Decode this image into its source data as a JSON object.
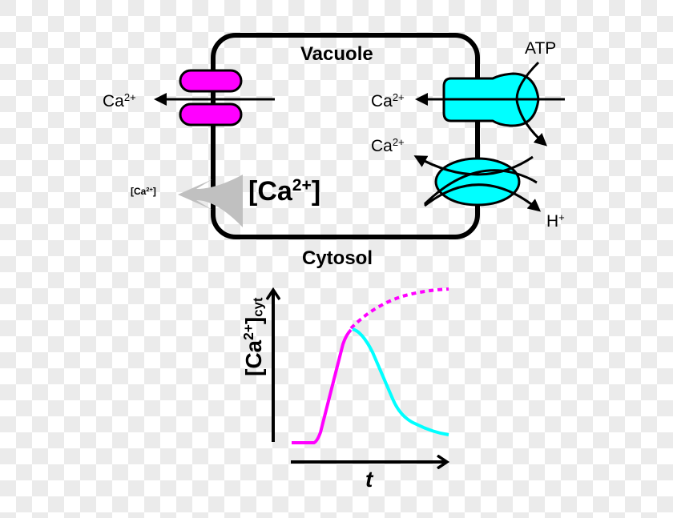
{
  "diagram": {
    "compartments": {
      "vacuole": "Vacuole",
      "cytosol": "Cytosol"
    },
    "channel": {
      "label_ion": "Ca",
      "label_charge": "2+",
      "color": "#ff00ff"
    },
    "pump": {
      "label_ion": "Ca",
      "label_charge": "2+",
      "energy": "ATP",
      "color": "#00ffff"
    },
    "exchanger": {
      "label_ion": "Ca",
      "label_charge": "2+",
      "counter_ion": "H",
      "counter_charge": "+",
      "color": "#00ffff"
    },
    "gradient": {
      "high_label_open": "[Ca",
      "high_label_charge": "2+",
      "high_label_close": "]",
      "low_label_open": "[Ca",
      "low_label_charge": "2+",
      "low_label_close": "]",
      "arrow_color": "#c0c0c0"
    },
    "graph": {
      "y_label_open": "[Ca",
      "y_label_charge": "2+",
      "y_label_close": "]",
      "y_label_sub": "cyt",
      "x_label": "t",
      "rise_color": "#ff00ff",
      "decay_color": "#00ffff"
    }
  }
}
